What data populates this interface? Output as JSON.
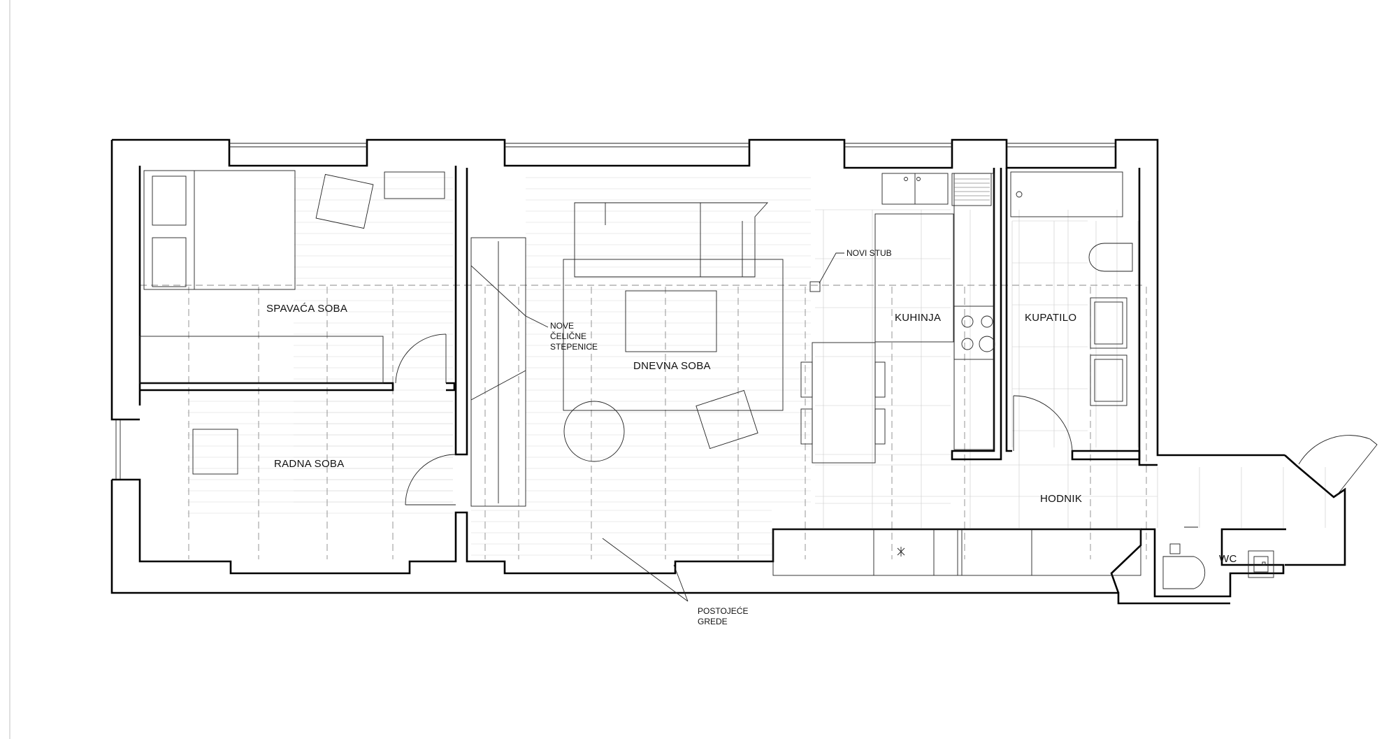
{
  "rooms": {
    "bedroom": "SPAVAĆA SOBA",
    "study": "RADNA SOBA",
    "living": "DNEVNA SOBA",
    "kitchen": "KUHINJA",
    "bathroom": "KUPATILO",
    "hallway": "HODNIK",
    "wc": "WC"
  },
  "notes": {
    "stairs_line1": "NOVE",
    "stairs_line2": "ČELIČNE",
    "stairs_line3": "STEPENICE",
    "column": "NOVI STUB",
    "beams_line1": "POSTOJEĆE",
    "beams_line2": "GREDE"
  }
}
